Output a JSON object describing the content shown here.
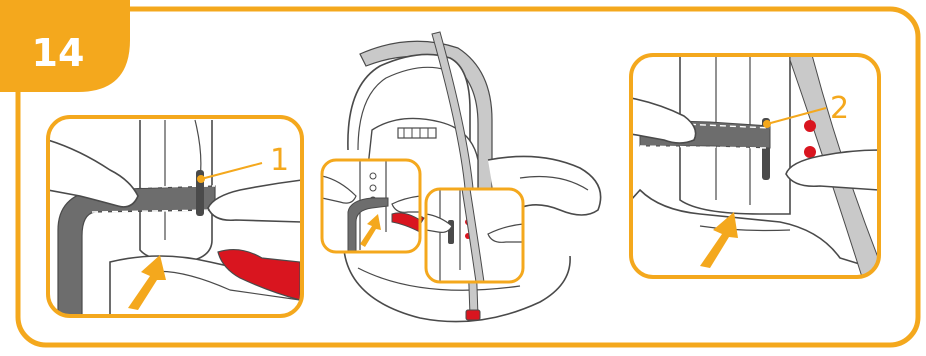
{
  "step": {
    "number": "14"
  },
  "callouts": {
    "left": "1",
    "right": "2"
  },
  "colors": {
    "accent": "#f4a81d",
    "line": "#4a4a4a",
    "strap": "#6d6d6d",
    "red": "#d9151f",
    "belt": "#c9c9c9",
    "skin": "#ffffff"
  },
  "icons": {
    "arrow": "orange-arrow-icon"
  }
}
